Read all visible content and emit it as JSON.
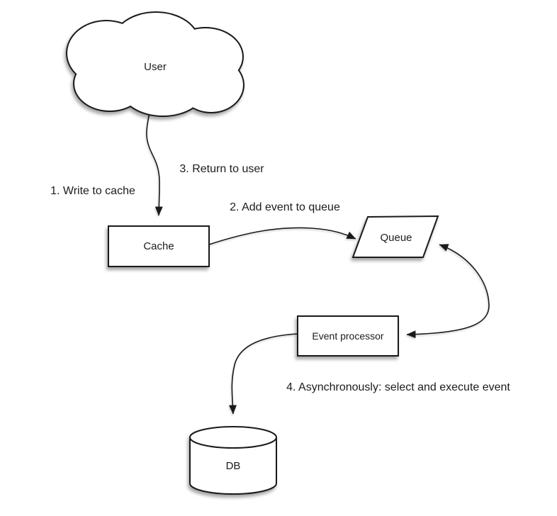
{
  "diagram": {
    "background_color": "#ffffff",
    "stroke_color": "#1a1a1a",
    "text_color": "#1c1c1c",
    "nodes": [
      {
        "id": "user",
        "shape": "cloud",
        "label": "User"
      },
      {
        "id": "cache",
        "shape": "rectangle",
        "label": "Cache"
      },
      {
        "id": "queue",
        "shape": "parallelogram",
        "label": "Queue"
      },
      {
        "id": "event_processor",
        "shape": "rectangle",
        "label": "Event processor"
      },
      {
        "id": "db",
        "shape": "cylinder",
        "label": "DB"
      }
    ],
    "edges": [
      {
        "from": "user",
        "to": "cache",
        "arrow": "single",
        "labels": [
          "1. Write to cache",
          "3. Return to user"
        ]
      },
      {
        "from": "cache",
        "to": "queue",
        "arrow": "single",
        "labels": [
          "2. Add event to queue"
        ]
      },
      {
        "from": "queue",
        "to": "event_processor",
        "arrow": "double",
        "labels": []
      },
      {
        "from": "event_processor",
        "to": "db",
        "arrow": "single",
        "labels": [
          "4. Asynchronously: select and execute event"
        ]
      }
    ]
  }
}
